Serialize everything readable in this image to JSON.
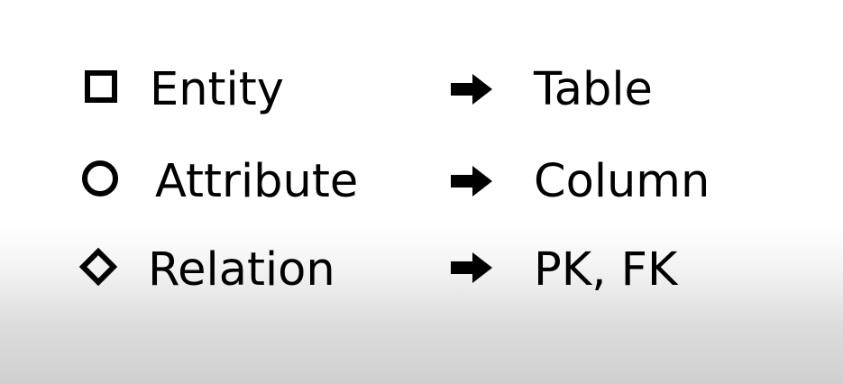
{
  "mappings": [
    {
      "icon": "square-icon",
      "concept": "Entity",
      "target": "Table"
    },
    {
      "icon": "circle-icon",
      "concept": "Attribute",
      "target": "Column"
    },
    {
      "icon": "diamond-icon",
      "concept": "Relation",
      "target": "PK, FK"
    }
  ],
  "arrow_icon": "right-arrow-icon",
  "colors": {
    "text": "#000000",
    "background_top": "#ffffff",
    "background_bottom": "#cfcfcf"
  }
}
